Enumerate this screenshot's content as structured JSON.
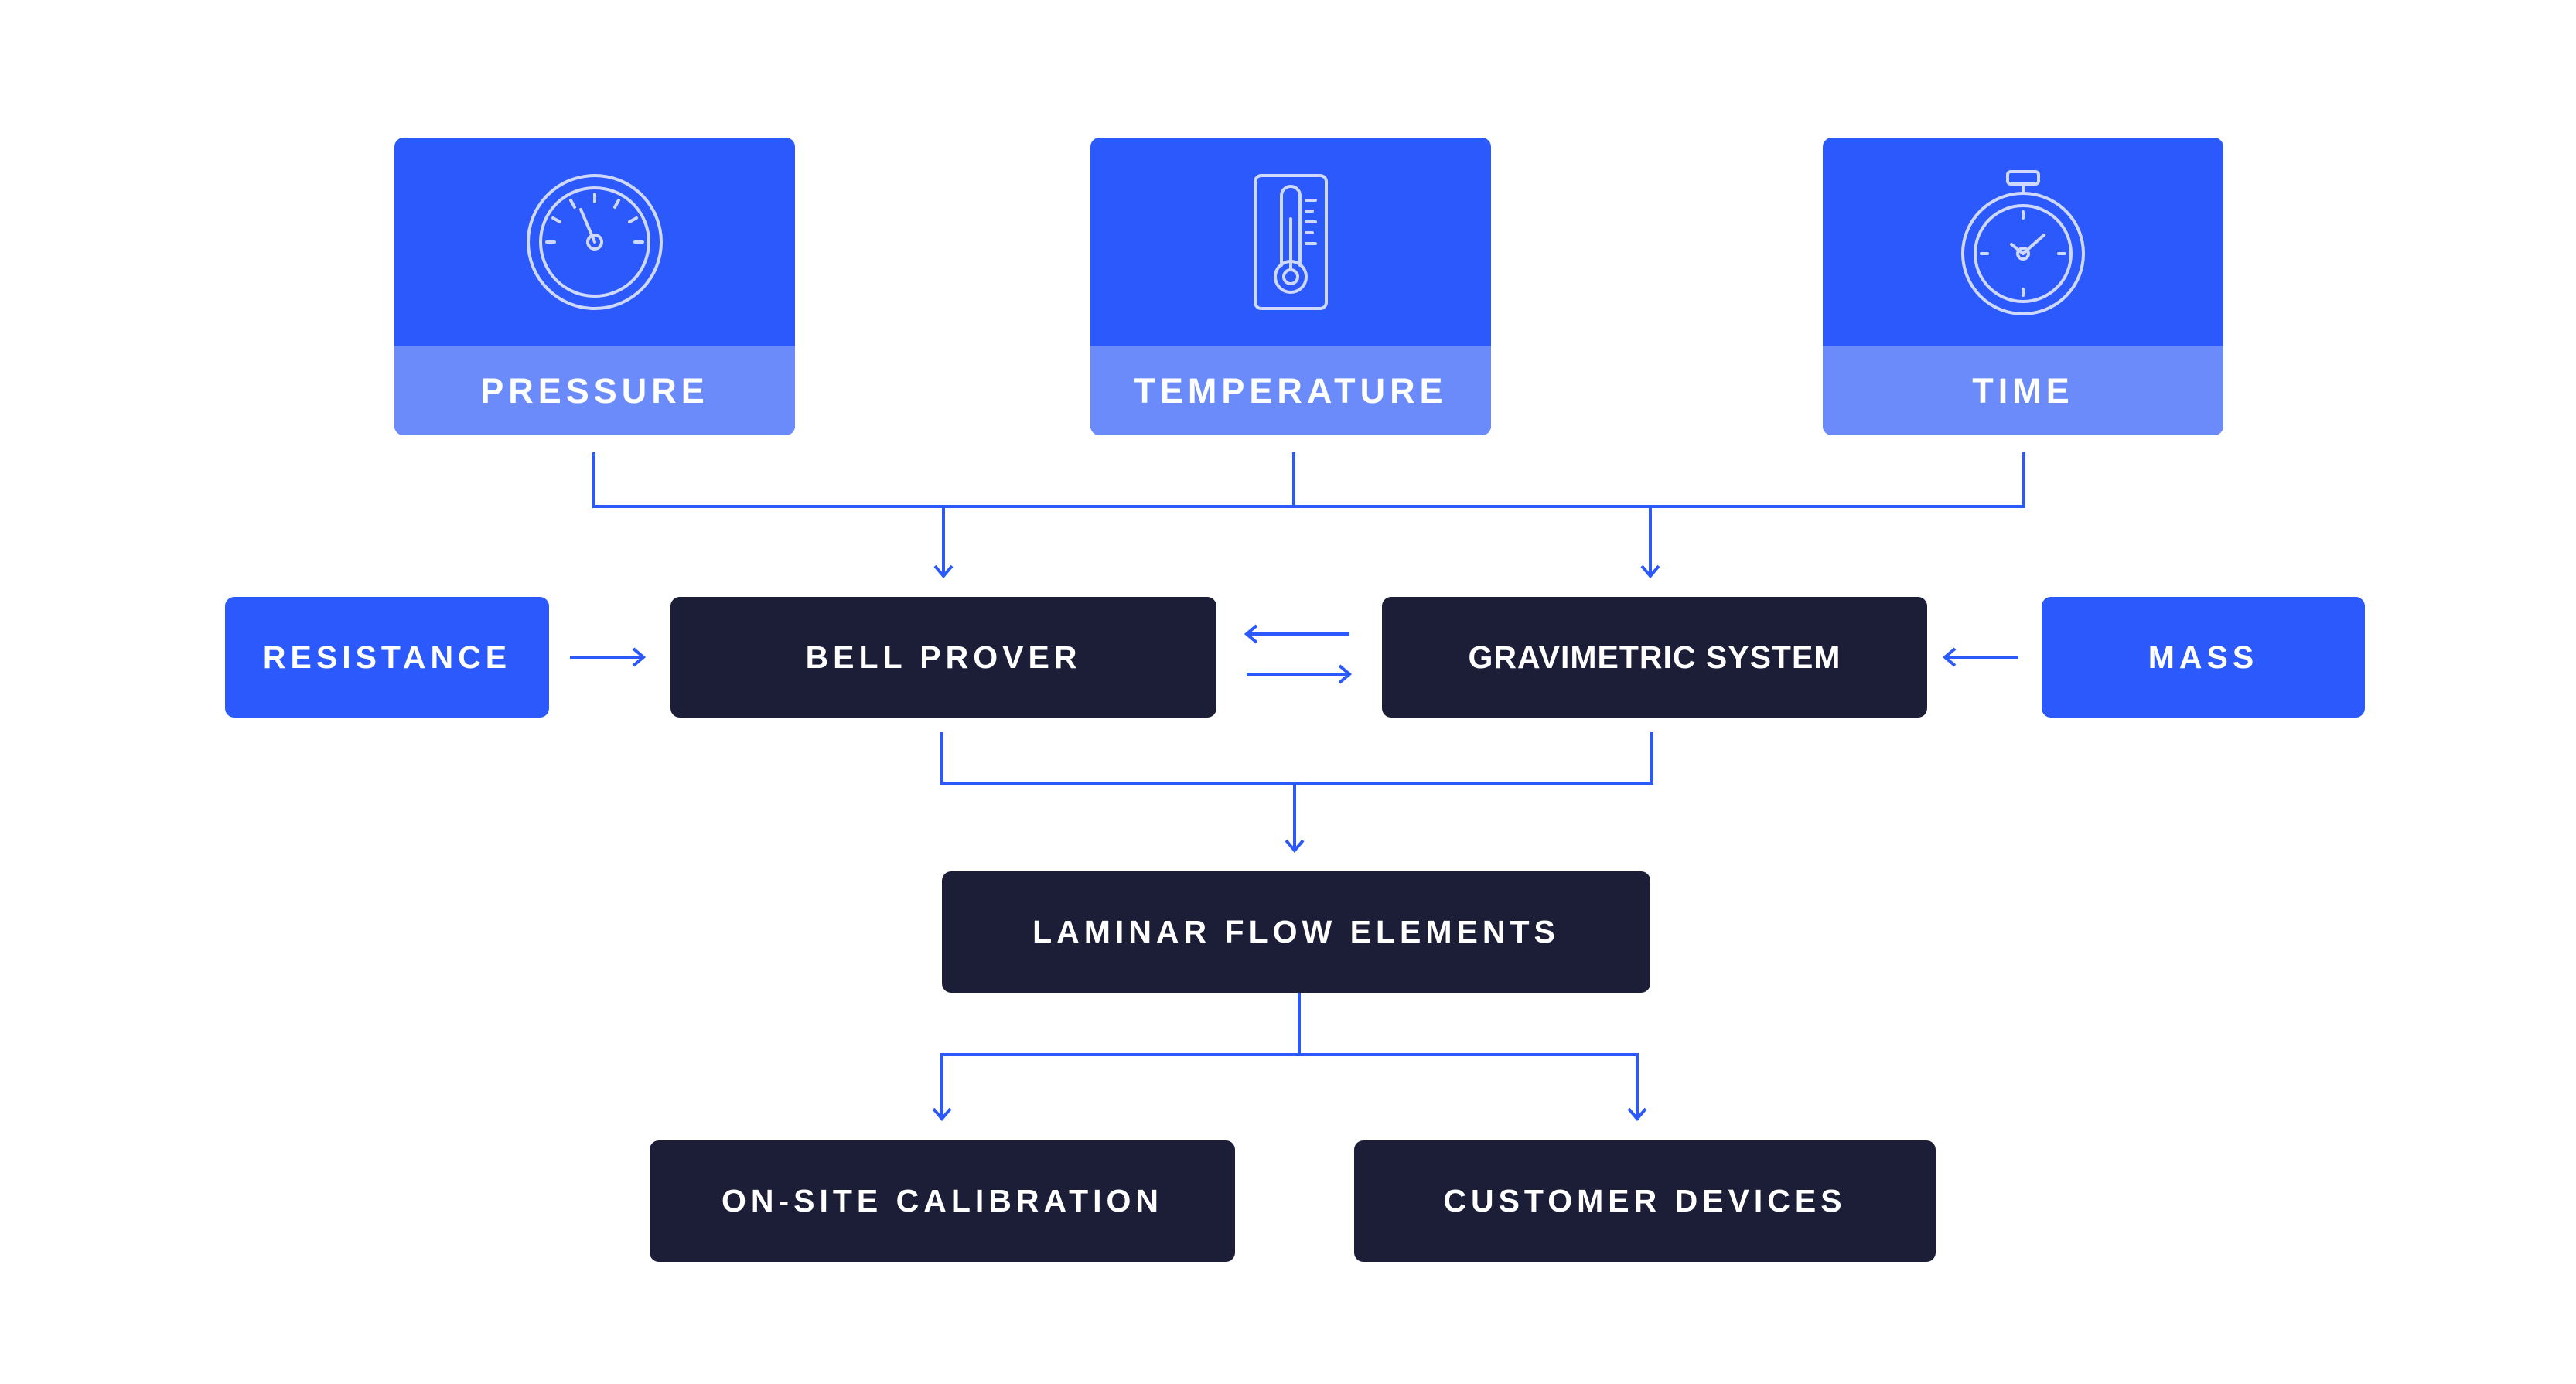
{
  "colors": {
    "accent": "#2b59fb",
    "accent_light": "#6b8bfb",
    "dark": "#1c1e38",
    "line": "#2b59fb"
  },
  "inputs": [
    {
      "label": "PRESSURE",
      "icon": "gauge-icon"
    },
    {
      "label": "TEMPERATURE",
      "icon": "thermometer-icon"
    },
    {
      "label": "TIME",
      "icon": "stopwatch-icon"
    }
  ],
  "side_inputs": {
    "left": "RESISTANCE",
    "right": "MASS"
  },
  "systems": {
    "left": "BELL PROVER",
    "right": "GRAVIMETRIC SYSTEM"
  },
  "middle": "LAMINAR FLOW ELEMENTS",
  "outputs": {
    "left": "ON-SITE CALIBRATION",
    "right": "CUSTOMER DEVICES"
  }
}
